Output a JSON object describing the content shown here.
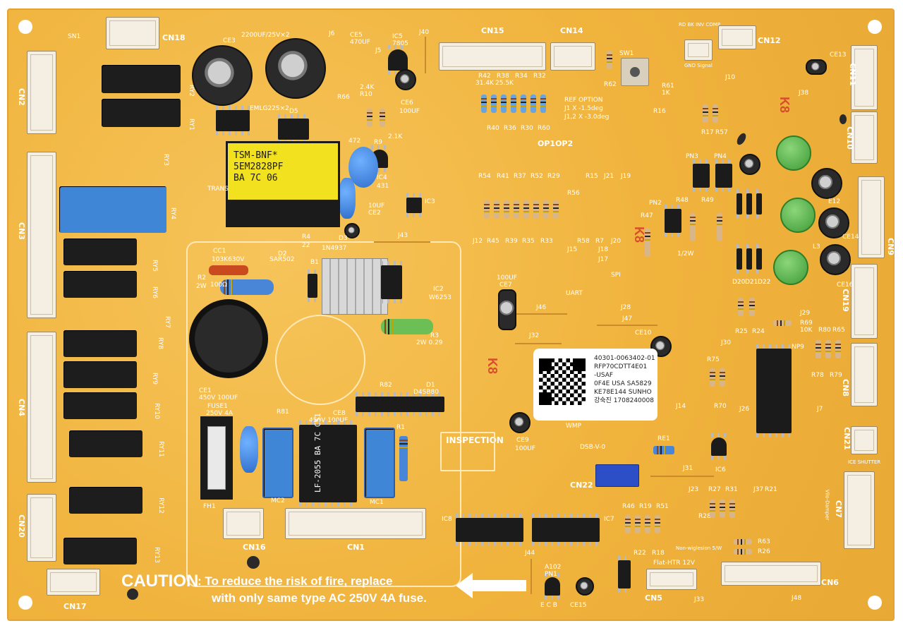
{
  "caution": {
    "title": "CAUTION",
    "text_line1": ": To reduce the risk of fire, replace",
    "text_line2": "with only same type AC 250V 4A fuse."
  },
  "sticker": {
    "lines": [
      "40301-0063402-01",
      "RFP70CDTT4E01",
      "-USAF",
      "0F4E USA SA5829",
      "KE78E144 SUNHO",
      "강숙진 1708240008"
    ],
    "tag": "WMP"
  },
  "transformer": {
    "line1": "TSM-BNF*",
    "line2": "5EM2828PF",
    "line3": "BA 7C 06"
  },
  "filter": {
    "text": "LF-2055 BA 7C C51"
  },
  "connectors": {
    "cn1": "CN1",
    "cn2": "CN2",
    "cn3": "CN3",
    "cn4": "CN4",
    "cn5": "CN5",
    "cn6": "CN6",
    "cn7": "CN7",
    "cn8": "CN8",
    "cn9": "CN9",
    "cn10": "CN10",
    "cn11": "CN11",
    "cn12": "CN12",
    "cn14": "CN14",
    "cn15": "CN15",
    "cn16": "CN16",
    "cn17": "CN17",
    "cn18": "CN18",
    "cn19": "CN19",
    "cn20": "CN20",
    "cn21": "CN21",
    "cn22": "CN22"
  },
  "relays": [
    "RY1",
    "RY2",
    "RY3",
    "RY4",
    "RY5",
    "RY6",
    "RY7",
    "RY8",
    "RY9",
    "RY10",
    "RY11",
    "RY12",
    "RY13"
  ],
  "silk": {
    "sn1": "SN1",
    "ce3": "CE3",
    "ce3_spec": "2200UF/25V×2",
    "ce5": "CE5",
    "ce5_spec": "470UF",
    "ic5": "IC5",
    "ic5_val": "7805",
    "j40": "J40",
    "j6": "J6",
    "j5": "J5",
    "ce6": "CE6",
    "ce6_val": "100UF",
    "d5": "D5",
    "emlg": "EMLG22S×2",
    "r66": "R66",
    "r10": "R10",
    "r10_val": "2.4K",
    "r9": "R9",
    "r9_val": "2.1K",
    "c472": "472",
    "ic4": "IC4",
    "ic4_val": "431",
    "ce2": "CE2",
    "ce2_val": "10UF",
    "ic3": "IC3",
    "trans": "TRANS",
    "cc1": "CC1",
    "cc1_val": "103K630V",
    "d2": "D2",
    "sar": "SAR502",
    "r4": "R4",
    "r4_val": "22",
    "d3": "D3",
    "d3_val": "1N4937",
    "b1": "B1",
    "r2": "R2",
    "r2_val": "2W",
    "r2_val2": "100Ω",
    "ic2": "IC2",
    "ic2_val": "W6253",
    "r3": "R3",
    "r3_val": "2W 0.29",
    "ce1": "CE1",
    "ce1_spec": "450V 100UF",
    "r81": "R81",
    "r82": "R82",
    "d1": "D1",
    "d1_val": "D4SB80",
    "ce8": "CE8",
    "ce8_spec": "450V 100UF",
    "r1": "R1",
    "fuse1": "FUSE1",
    "fuse1_spec": "250V 4A",
    "fh1": "FH1",
    "mc2": "MC2",
    "mc1": "MC1",
    "j43": "J43",
    "j15": "J15",
    "uart": "UART",
    "j18": "J18",
    "j17": "J17",
    "spi": "SPI",
    "j46": "J46",
    "ce7": "CE7",
    "ce7_val": "100UF",
    "j32": "J32",
    "j28": "J28",
    "j47": "J47",
    "ce10": "CE10",
    "ce9": "CE9",
    "ce9_val": "100UF",
    "inspection": "INSPECTION",
    "dsb": "DSB-V-0",
    "re1": "RE1",
    "ic6": "IC6",
    "j31": "J31",
    "ic8": "IC8",
    "ic7": "IC7",
    "j44": "J44",
    "sw1": "SW1",
    "r62": "R62",
    "r61": "R61",
    "r61_val": "1K",
    "r16": "R16",
    "j10": "J10",
    "ce13": "CE13",
    "j38": "J38",
    "r17": "R17",
    "r57": "R57",
    "ref_option": "REF OPTION",
    "j1j2a": "J1 X -1.5deg",
    "j1j2b": "J1,2 X -3.0deg",
    "op": "OP1OP2",
    "r42": "R42",
    "r38": "R38",
    "r34": "R34",
    "r32": "R32",
    "res_val1": "31.4K",
    "res_val2": "25.5K",
    "r40": "R40",
    "r36": "R36",
    "r30": "R30",
    "r60": "R60",
    "r54": "R54",
    "r41": "R41",
    "r37": "R37",
    "r52": "R52",
    "r29": "R29",
    "r15": "R15",
    "j21": "J21",
    "j19": "J19",
    "r56": "R56",
    "j12": "J12",
    "r45": "R45",
    "r39": "R39",
    "r35": "R35",
    "r33": "R33",
    "r58": "R58",
    "r7": "R7",
    "j20": "J20",
    "pn3": "PN3",
    "pn4": "PN4",
    "pn2": "PN2",
    "r48": "R48",
    "r49": "R49",
    "r47": "R47",
    "half_w": "1/2W",
    "l3": "L3",
    "d20": "D20",
    "d21": "D21",
    "d22": "D22",
    "ce16": "CE16",
    "e12": "E12",
    "ce14": "CE14",
    "r25": "R25",
    "r24": "R24",
    "r69": "R69",
    "r69_val": "10K",
    "j29": "J29",
    "r80": "R80",
    "r65": "R65",
    "np9": "NP9",
    "r78": "R78",
    "r79": "R79",
    "j30": "J30",
    "r75": "R75",
    "r70": "R70",
    "j26": "J26",
    "j7": "J7",
    "j14": "J14",
    "ice_shutter": "ICE SHUTTER",
    "nonsig1": "Non-wiglesion 5/W",
    "j23": "J23",
    "r27": "R27",
    "r31": "R31",
    "j37": "J37",
    "r21": "R21",
    "r28": "R28",
    "r46": "R46",
    "r19": "R19",
    "r51": "R51",
    "r22": "R22",
    "r18": "R18",
    "r63": "R63",
    "r26": "R26",
    "flat_htr": "Flat-HTR 12V",
    "j33": "J33",
    "j48": "J48",
    "pn1": "PN1",
    "ce15": "CE15",
    "ecb": "E C B",
    "a102": "A102",
    "k8": "K8",
    "gnd_signal": "GND Signal",
    "inv_comp": "RD BK INV COMP",
    "vilo_damper": "Vilo-Damper"
  }
}
